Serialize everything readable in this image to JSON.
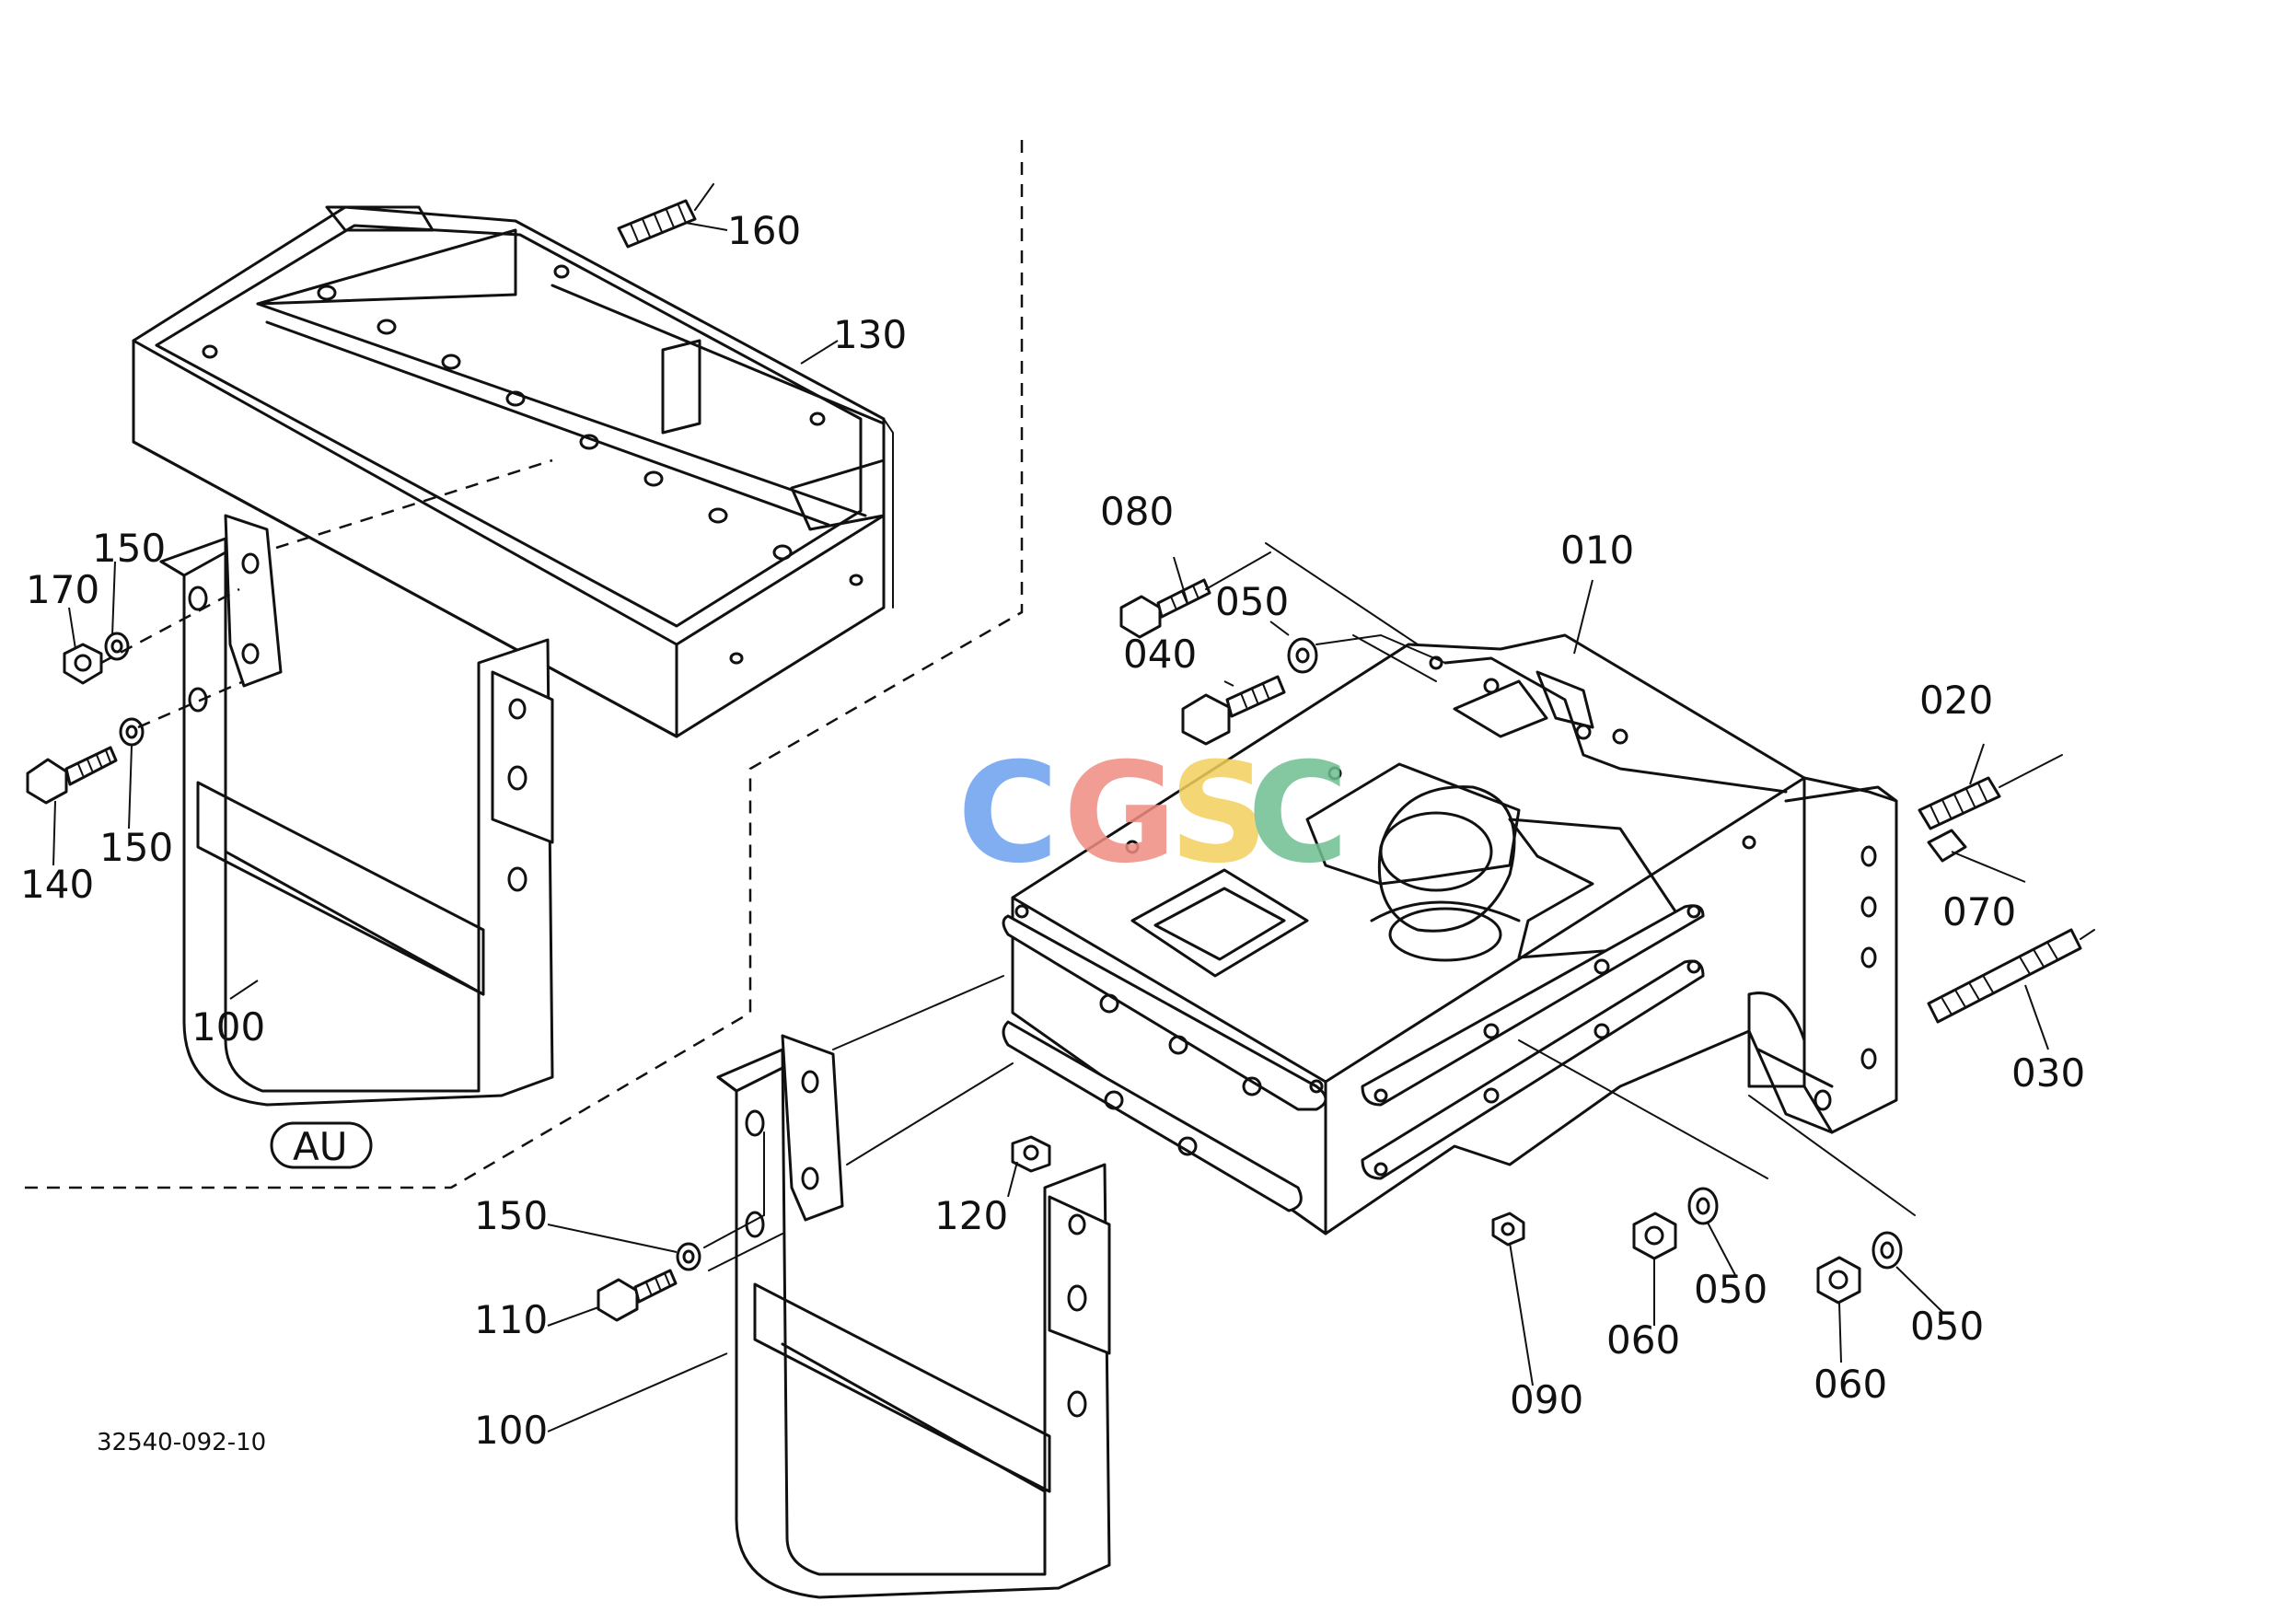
{
  "diagram": {
    "drawing_code": "32540-092-10",
    "variant_label": "AU",
    "watermark": {
      "letters": [
        "C",
        "G",
        "S",
        "C"
      ],
      "colors": [
        "#6aa0ef",
        "#ef8d82",
        "#f3cf5d",
        "#6fbf91"
      ]
    },
    "part_labels": {
      "p010": "010",
      "p020": "020",
      "p030": "030",
      "p040": "040",
      "p050a": "050",
      "p050b": "050",
      "p050c": "050",
      "p060a": "060",
      "p060b": "060",
      "p070": "070",
      "p080": "080",
      "p090": "090",
      "p100a": "100",
      "p100b": "100",
      "p110": "110",
      "p120": "120",
      "p130": "130",
      "p140": "140",
      "p150a": "150",
      "p150b": "150",
      "p150c": "150",
      "p160": "160",
      "p170": "170"
    }
  }
}
